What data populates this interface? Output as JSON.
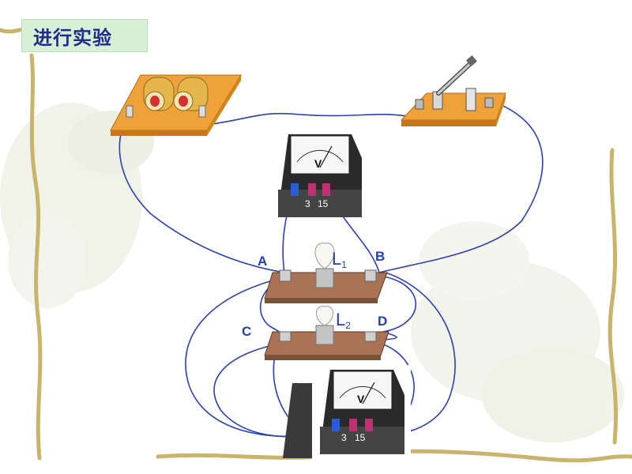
{
  "title": "进行实验",
  "points": {
    "a": "A",
    "b": "B",
    "c": "C",
    "d": "D"
  },
  "lamps": {
    "l1": {
      "letter": "L",
      "sub": "1"
    },
    "l2": {
      "letter": "L",
      "sub": "2"
    }
  },
  "meters": {
    "top": {
      "symbol": "V",
      "range_low": "3",
      "range_high": "15"
    },
    "bottom": {
      "symbol": "V",
      "range_low": "3",
      "range_high": "15"
    }
  },
  "colors": {
    "wire": "#2a3fb8",
    "board": "#f0a23a",
    "lamp_base": "#a87455",
    "label_blue": "#2040b0"
  }
}
